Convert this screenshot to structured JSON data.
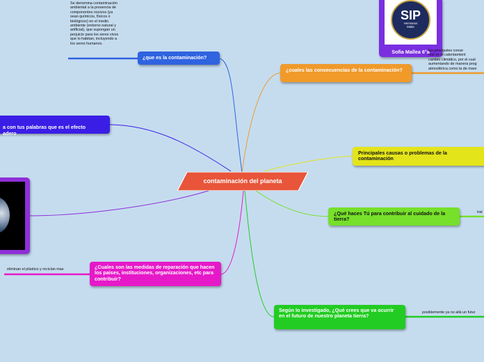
{
  "central": {
    "label": "contaminación del planeta",
    "color": "#e8553a"
  },
  "branches": {
    "que_es": {
      "label": "¿que es la contaminación?",
      "color": "#2f63e0",
      "note": "Se denomina contaminación ambiental a la presencia de componentes nocivos (ya sean químicos, físicos o biológicos) en el medio ambiente (entorno natural y artificial), que supongan un perjuicio para los seres vivos que lo habitan, incluyendo a los seres humanos."
    },
    "efecto": {
      "label": "a con tus palabras que es el efecto\nadero",
      "color": "#3b1ee6"
    },
    "imagen_tierra": {
      "color": "#8e2fd8"
    },
    "medidas": {
      "label": "¿Cuales son las medidas de reparación que hacen los paises, instituciones, organizaciones, etc para contribuir?",
      "color": "#e619c8",
      "note": "eliminan el plástico y reciclan mas"
    },
    "perfil": {
      "label": "Sofia Mallea 6°a",
      "color": "#7a2fe0",
      "logo_text": "SIP",
      "logo_sub": "Hermanos\nMatte"
    },
    "consecuencias": {
      "label": "¿cuales las consecuencias de la contaminación?",
      "color": "#f09a2a",
      "note": "las principales conse\nntal es el calentamient\ncambio climático, por el cual\naumentando de manera prog\natmosférica como la de mare"
    },
    "causas": {
      "label": "Principales causas o problemas de la contaminación",
      "color": "#e4e41a"
    },
    "contribuir": {
      "label": "¿Qué haces Tú para contribuir al cuidado de la tierra?",
      "color": "#76e02a",
      "note": "trat"
    },
    "futuro": {
      "label": "Según lo investigado, ¿Qué crees que va ocurrir en el futuro de nuestro planeta tierra?",
      "color": "#22cc22",
      "note": "posiblemente ya no allá un futur"
    }
  }
}
